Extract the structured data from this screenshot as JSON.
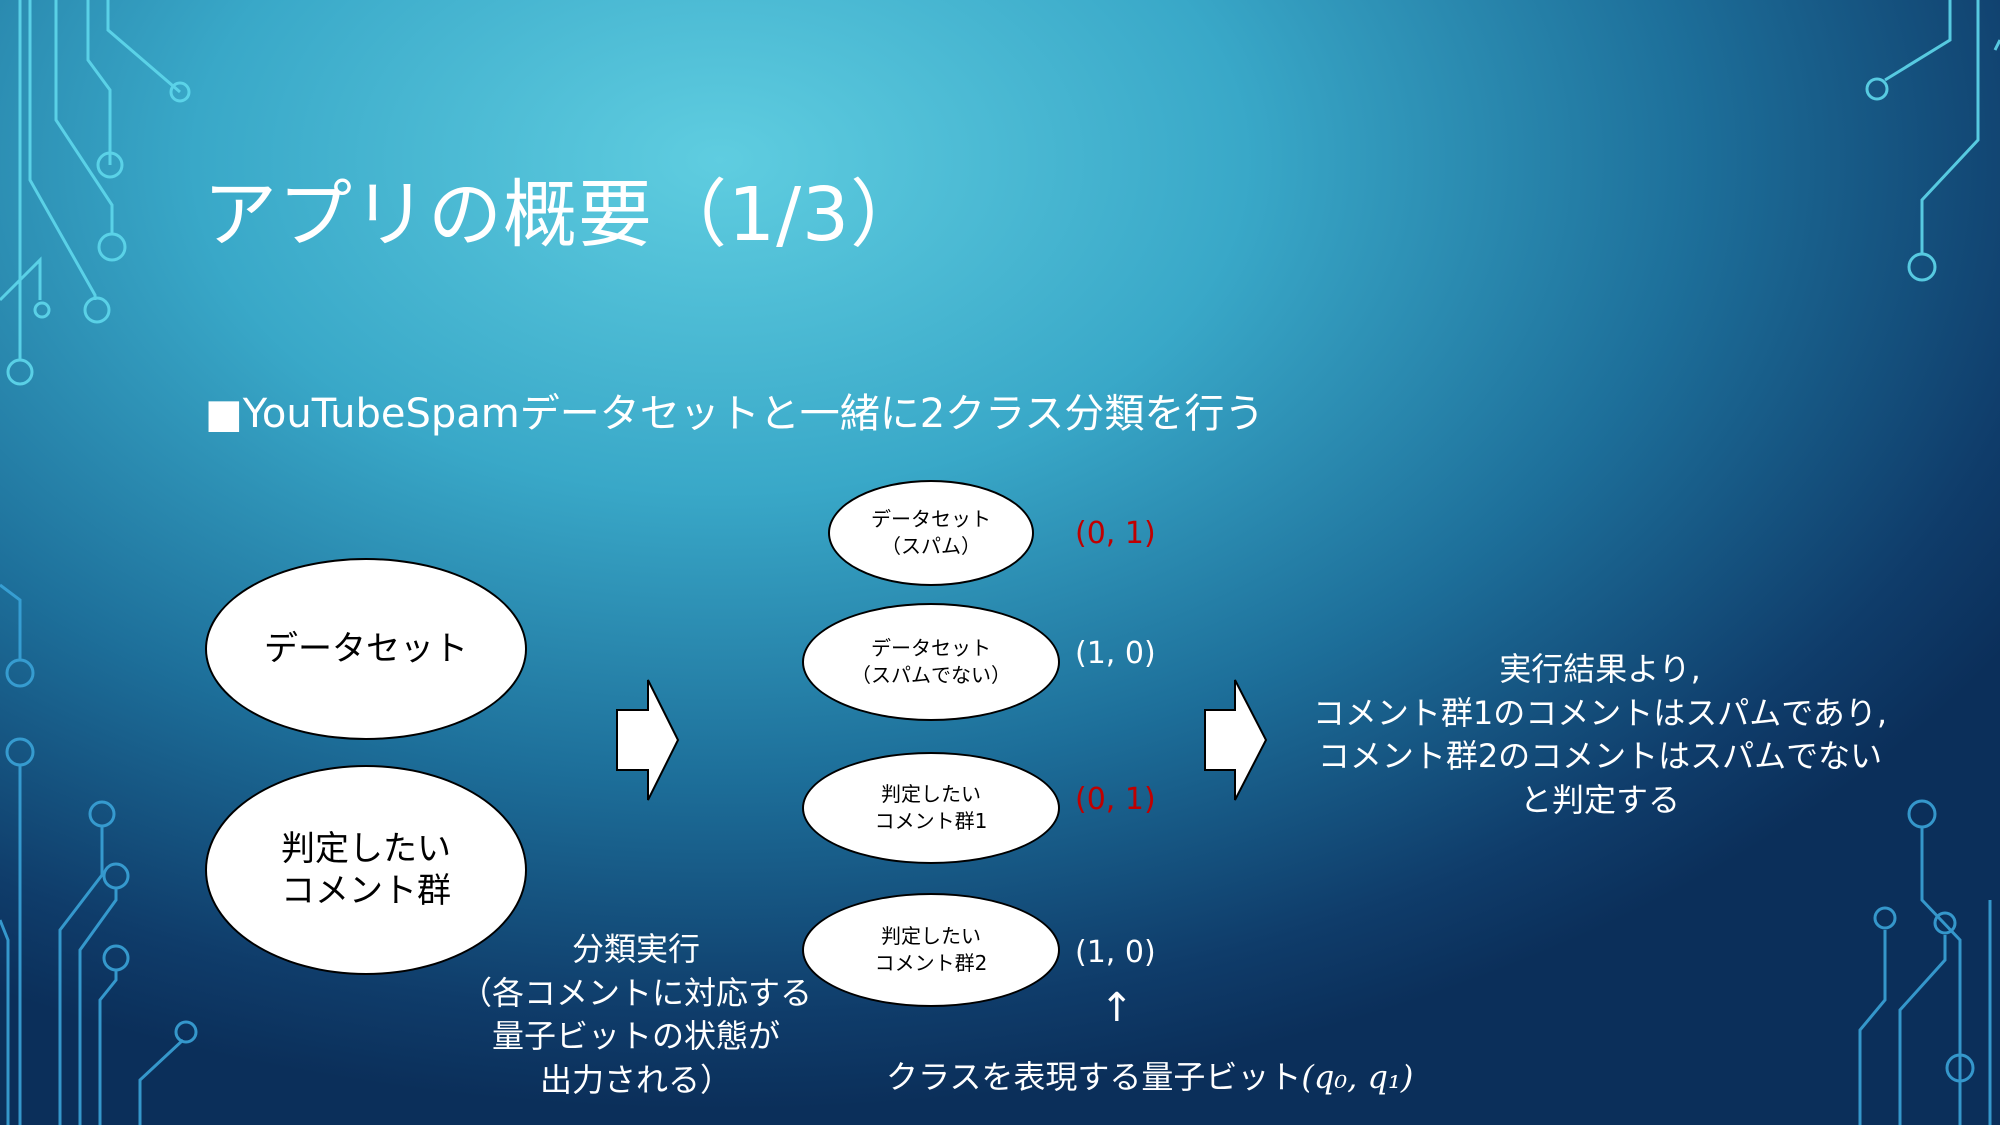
{
  "slide": {
    "title": "アプリの概要（1/3）",
    "subtitle": "■YouTubeSpamデータセットと一緒に2クラス分類を行う"
  },
  "inputs": {
    "dataset": "データセット",
    "target": "判定したい\nコメント群"
  },
  "outputs": [
    {
      "label": "データセット\n（スパム）",
      "vector": "(0, 1)",
      "color": "#c00000"
    },
    {
      "label": "データセット\n（スパムでない）",
      "vector": "(1, 0)",
      "color": "#ffffff"
    },
    {
      "label": "判定したい\nコメント群1",
      "vector": "(0, 1)",
      "color": "#c00000"
    },
    {
      "label": "判定したい\nコメント群2",
      "vector": "(1, 0)",
      "color": "#ffffff"
    }
  ],
  "execution_note": "分類実行\n（各コメントに対応する\n量子ビットの状態が\n出力される）",
  "result_note": "実行結果より,\nコメント群1のコメントはスパムであり,\nコメント群2のコメントはスパムでない\nと判定する",
  "qubit_annotation": {
    "text": "クラスを表現する量子ビット",
    "math": "(q₀, q₁)",
    "arrow": "↑"
  },
  "colors": {
    "accent_red": "#c00000",
    "circuit_line": "#4fd0e6"
  }
}
